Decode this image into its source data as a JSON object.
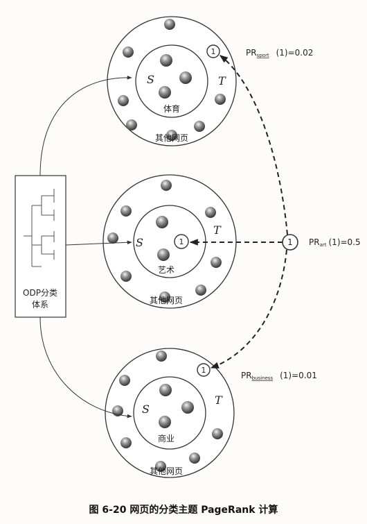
{
  "odp_box": {
    "line1": "ODP分类",
    "line2": "体系"
  },
  "clusters": [
    {
      "id": "sport",
      "inner_label": "体育",
      "outer_label": "其他网页",
      "s_label": "S",
      "t_label": "T",
      "node_label": "1",
      "pr_prefix": "PR",
      "pr_subscript": "sport",
      "pr_value": "(1)=0.02"
    },
    {
      "id": "art",
      "inner_label": "艺术",
      "outer_label": "其他网页",
      "s_label": "S",
      "t_label": "T",
      "node_label": "1",
      "pr_prefix": "PR",
      "pr_subscript": "art",
      "pr_value": "(1)=0.5"
    },
    {
      "id": "business",
      "inner_label": "商业",
      "outer_label": "其他网页",
      "s_label": "S",
      "t_label": "T",
      "node_label": "1",
      "pr_prefix": "PR",
      "pr_subscript": "business",
      "pr_value": "(1)=0.01"
    }
  ],
  "source_node_label": "1",
  "caption": "图 6-20 网页的分类主题 PageRank 计算"
}
